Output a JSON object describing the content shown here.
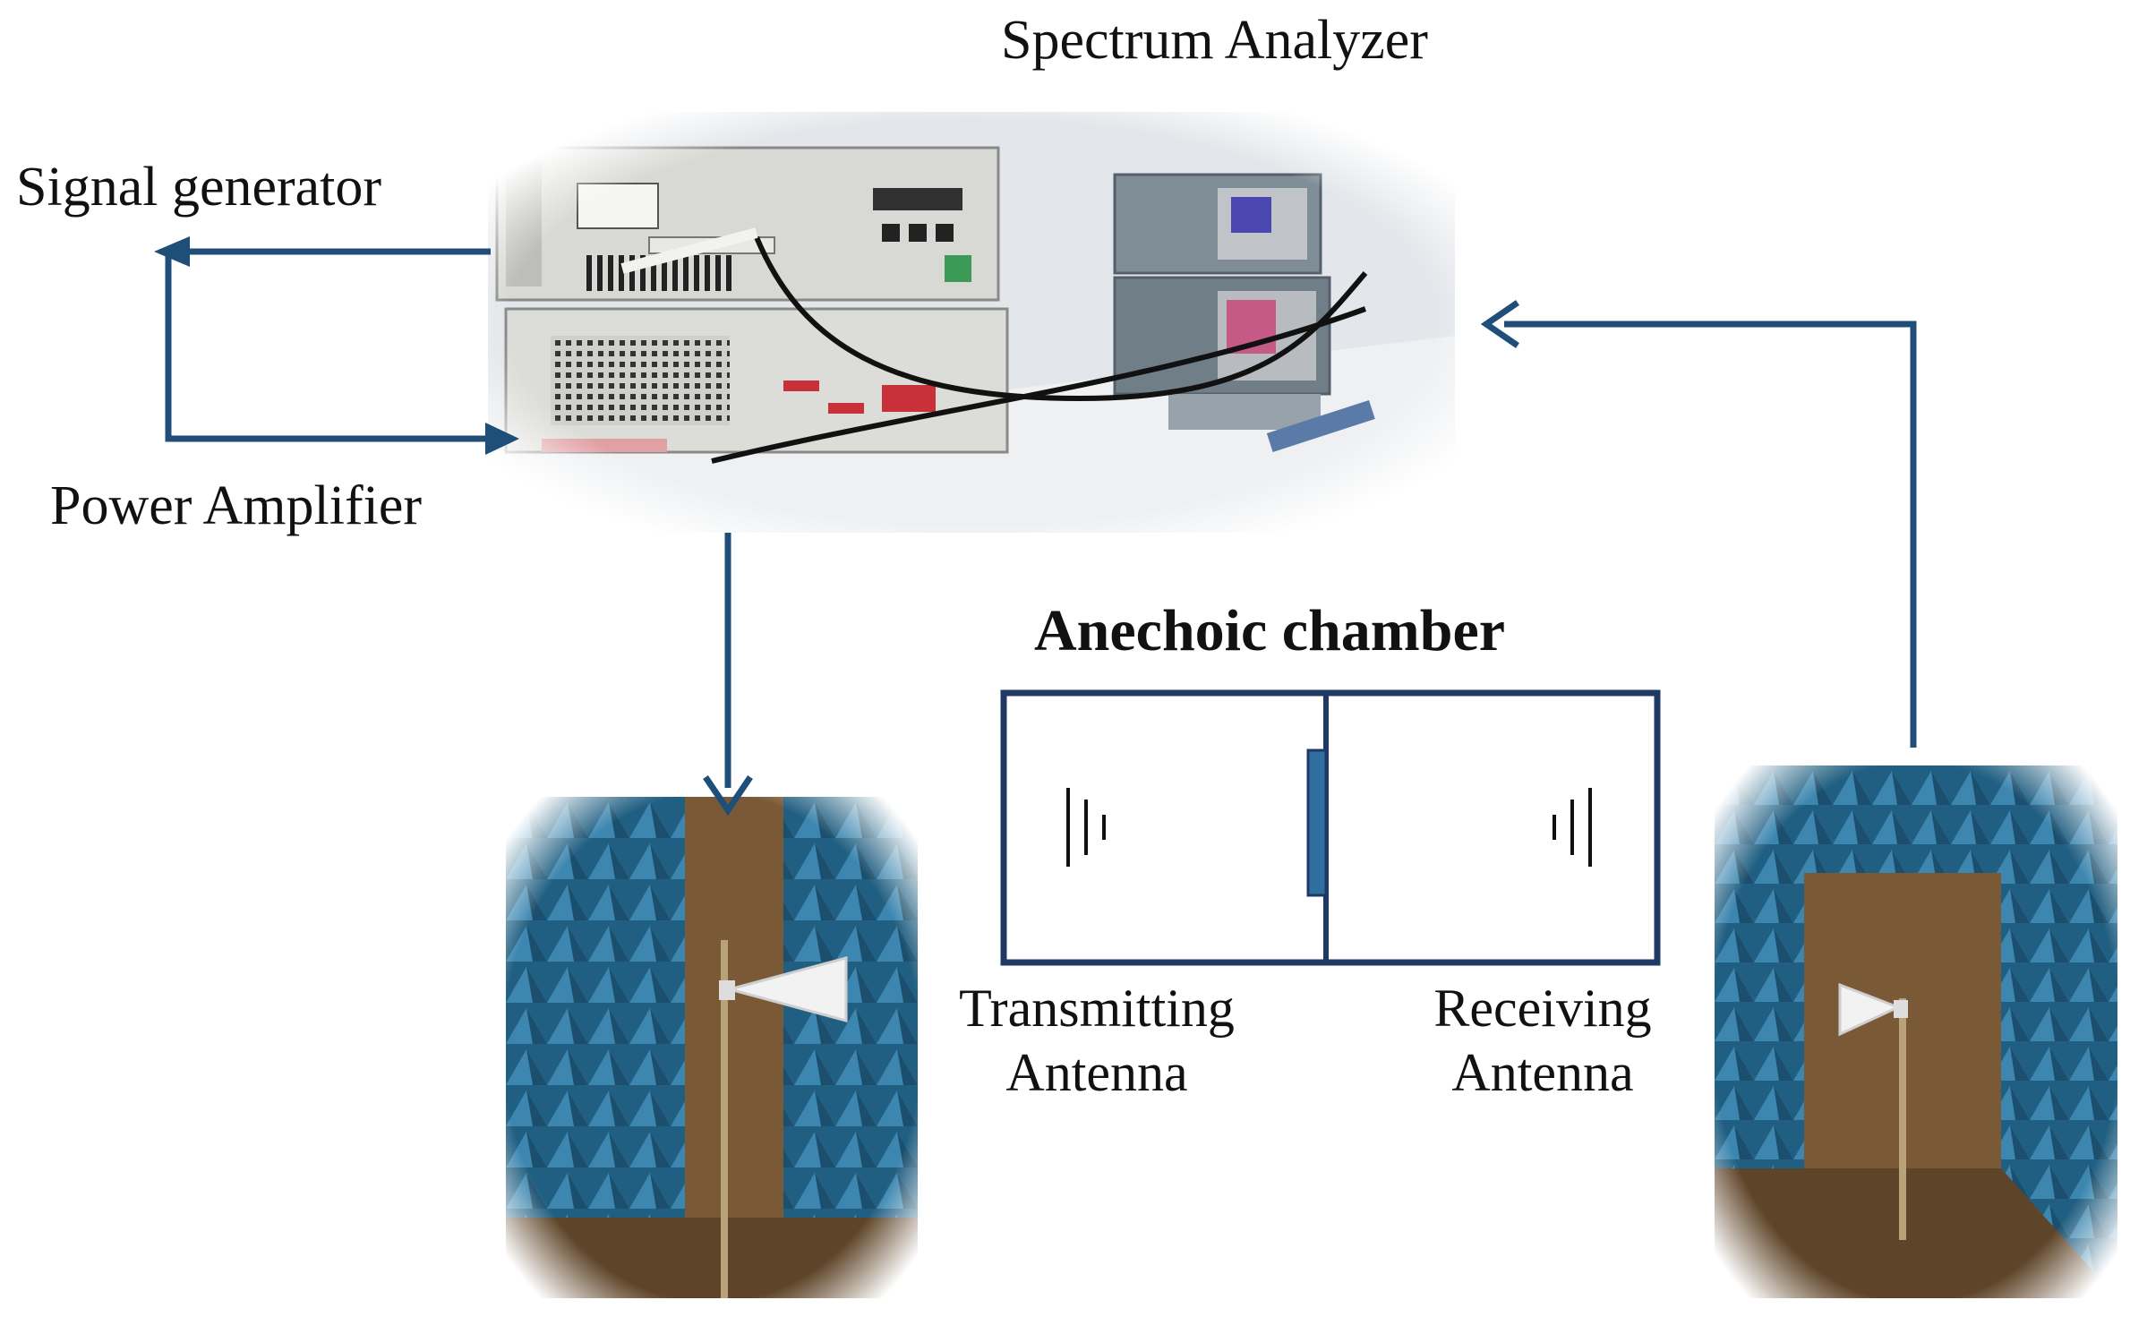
{
  "labels": {
    "spectrum_analyzer": "Spectrum Analyzer",
    "signal_generator": "Signal  generator",
    "power_amplifier": "Power Amplifier",
    "anechoic_chamber": "Anechoic  chamber",
    "transmitting_antenna_line1": "Transmitting",
    "transmitting_antenna_line2": "Antenna",
    "receiving_antenna_line1": "Receiving",
    "receiving_antenna_line2": "Antenna"
  },
  "colors": {
    "arrow": "#1f4e79",
    "chamber_outline": "#1f3864",
    "absorber": "#2d6f95",
    "absorber_light": "#4b95bd",
    "wood": "#7a5a36",
    "instrument_gray": "#c9c9c9"
  }
}
